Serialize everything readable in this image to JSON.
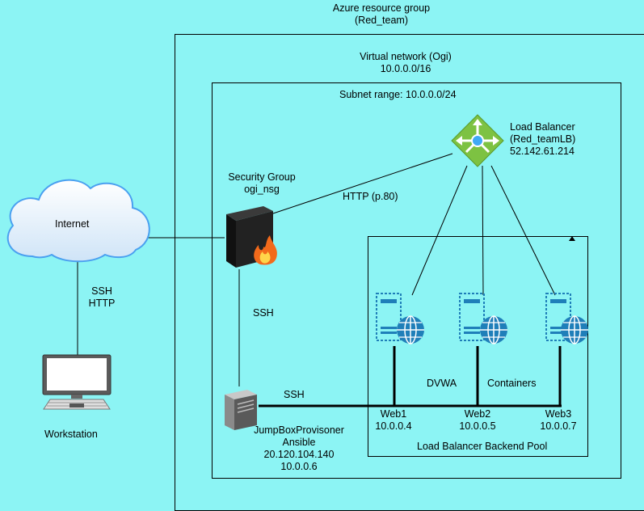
{
  "resource_group": {
    "line1": "Azure resource group",
    "line2": "(Red_team)"
  },
  "vnet": {
    "line1": "Virtual network (Ogi)",
    "line2": "10.0.0.0/16"
  },
  "subnet": {
    "label": "Subnet range: 10.0.0.0/24"
  },
  "load_balancer": {
    "line1": "Load Balancer",
    "line2": "(Red_teamLB)",
    "line3": "52.142.61.214"
  },
  "security_group": {
    "line1": "Security Group",
    "line2": "ogi_nsg"
  },
  "internet": {
    "label": "Internet"
  },
  "workstation": {
    "label": "Workstation"
  },
  "links": {
    "http_port": "HTTP (p.80)",
    "internet_ws_1": "SSH",
    "internet_ws_2": "HTTP",
    "nsg_jump": "SSH",
    "jump_web": "SSH"
  },
  "jumpbox": {
    "line1": "JumpBoxProvisoner",
    "line2": "Ansible",
    "line3": "20.120.104.140",
    "line4": "10.0.0.6"
  },
  "pool": {
    "label": "Load Balancer Backend Pool",
    "dvwa": "DVWA",
    "containers": "Containers"
  },
  "web": [
    {
      "name": "Web1",
      "ip": "10.0.0.4"
    },
    {
      "name": "Web2",
      "ip": "10.0.0.5"
    },
    {
      "name": "Web3",
      "ip": "10.0.0.7"
    }
  ],
  "colors": {
    "background": "#8cf4f4",
    "lb_green": "#7dc242",
    "server_blue": "#1f7fb9",
    "cloud_blue": "#4aa0f0"
  }
}
